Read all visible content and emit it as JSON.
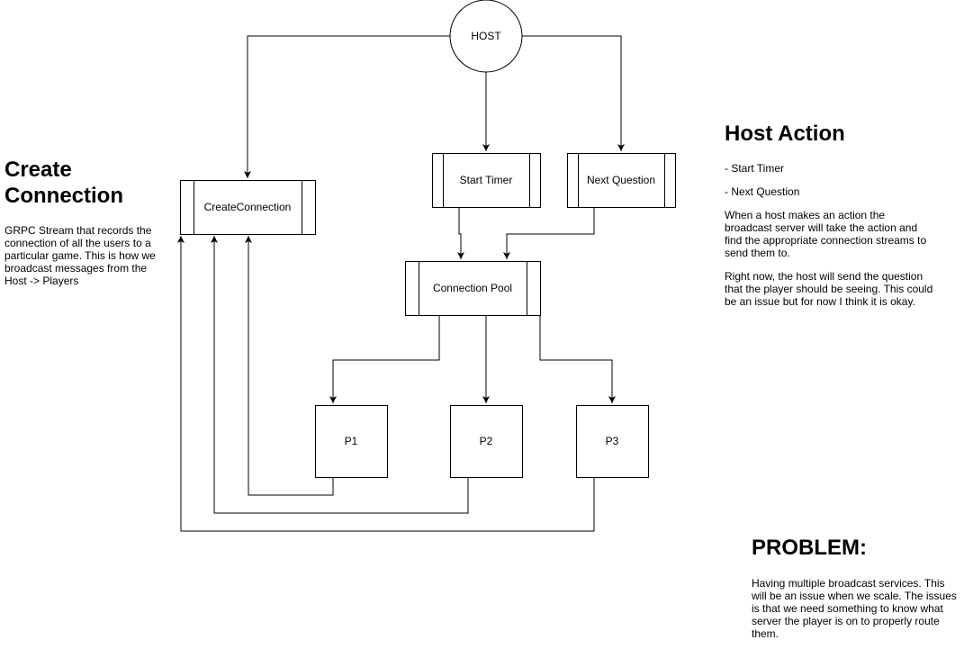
{
  "nodes": {
    "host": "HOST",
    "start_timer": "Start Timer",
    "next_question": "Next Question",
    "create_connection": "CreateConnection",
    "connection_pool": "Connection Pool",
    "p1": "P1",
    "p2": "P2",
    "p3": "P3"
  },
  "notes": {
    "create_connection": {
      "title_line1": "Create",
      "title_line2": "Connection",
      "body_lines": [
        "GRPC Stream that records the",
        "connection of all the users to a",
        "particular game. This is how we",
        "broadcast messages from the",
        "Host -> Players"
      ]
    },
    "host_action": {
      "title": "Host Action",
      "item1": "- Start Timer",
      "item2": "- Next Question",
      "para1_lines": [
        "When a host makes an action the",
        "broadcast server will take the action and",
        "find the appropriate connection streams to",
        "send them to."
      ],
      "para2_lines": [
        "Right now, the host will send the question",
        "that the player should be seeing. This could",
        "be an issue but for now I think it is okay."
      ]
    },
    "problem": {
      "title": "PROBLEM:",
      "body_lines": [
        "Having multiple broadcast services. This",
        "will be an issue when we scale. The issues",
        "is that we need something to know what",
        "server the player is on to properly route",
        "them."
      ]
    }
  }
}
